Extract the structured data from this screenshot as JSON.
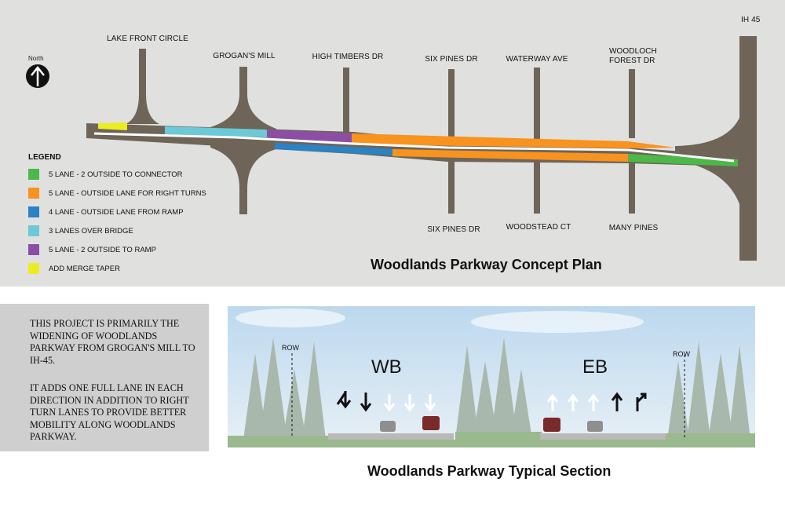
{
  "concept_plan": {
    "title": "Woodlands Parkway Concept Plan",
    "north_label": "North",
    "streets_north": [
      {
        "id": "lake-front-circle",
        "label": "LAKE FRONT CIRCLE"
      },
      {
        "id": "grogans-mill",
        "label": "GROGAN'S MILL"
      },
      {
        "id": "high-timbers-dr",
        "label": "HIGH TIMBERS DR"
      },
      {
        "id": "six-pines-dr-north",
        "label": "SIX PINES DR"
      },
      {
        "id": "waterway-ave",
        "label": "WATERWAY AVE"
      },
      {
        "id": "woodloch-forest-dr",
        "label": "WOODLOCH FOREST DR"
      },
      {
        "id": "ih-45",
        "label": "IH 45"
      }
    ],
    "streets_south": [
      {
        "id": "six-pines-dr-south",
        "label": "SIX PINES DR"
      },
      {
        "id": "woodstead-ct",
        "label": "WOODSTEAD CT"
      },
      {
        "id": "many-pines",
        "label": "MANY PINES"
      }
    ],
    "legend": {
      "title": "LEGEND",
      "items": [
        {
          "label": "5 LANE - 2 OUTSIDE TO CONNECTOR",
          "color": "#4cb848"
        },
        {
          "label": "5 LANE - OUTSIDE LANE FOR RIGHT TURNS",
          "color": "#f7931e"
        },
        {
          "label": "4 LANE - OUTSIDE LANE FROM RAMP",
          "color": "#2b82c5"
        },
        {
          "label": "3 LANES OVER BRIDGE",
          "color": "#6cc9d8"
        },
        {
          "label": "5 LANE - 2 OUTSIDE TO RAMP",
          "color": "#8c4ea5"
        },
        {
          "label": "ADD MERGE TAPER",
          "color": "#ecec23"
        }
      ]
    },
    "road_color": "#6e6458"
  },
  "description": {
    "paragraph1": "THIS PROJECT IS PRIMARILY THE WIDENING OF WOODLANDS PARKWAY FROM GROGAN'S MILL TO IH-45.",
    "paragraph2": "IT ADDS ONE FULL LANE IN EACH DIRECTION IN ADDITION TO RIGHT TURN LANES TO PROVIDE BETTER MOBILITY ALONG WOODLANDS PARKWAY."
  },
  "typical_section": {
    "title": "Woodlands Parkway Typical Section",
    "wb_label": "WB",
    "eb_label": "EB",
    "row_label_left": "ROW",
    "row_label_right": "ROW"
  }
}
